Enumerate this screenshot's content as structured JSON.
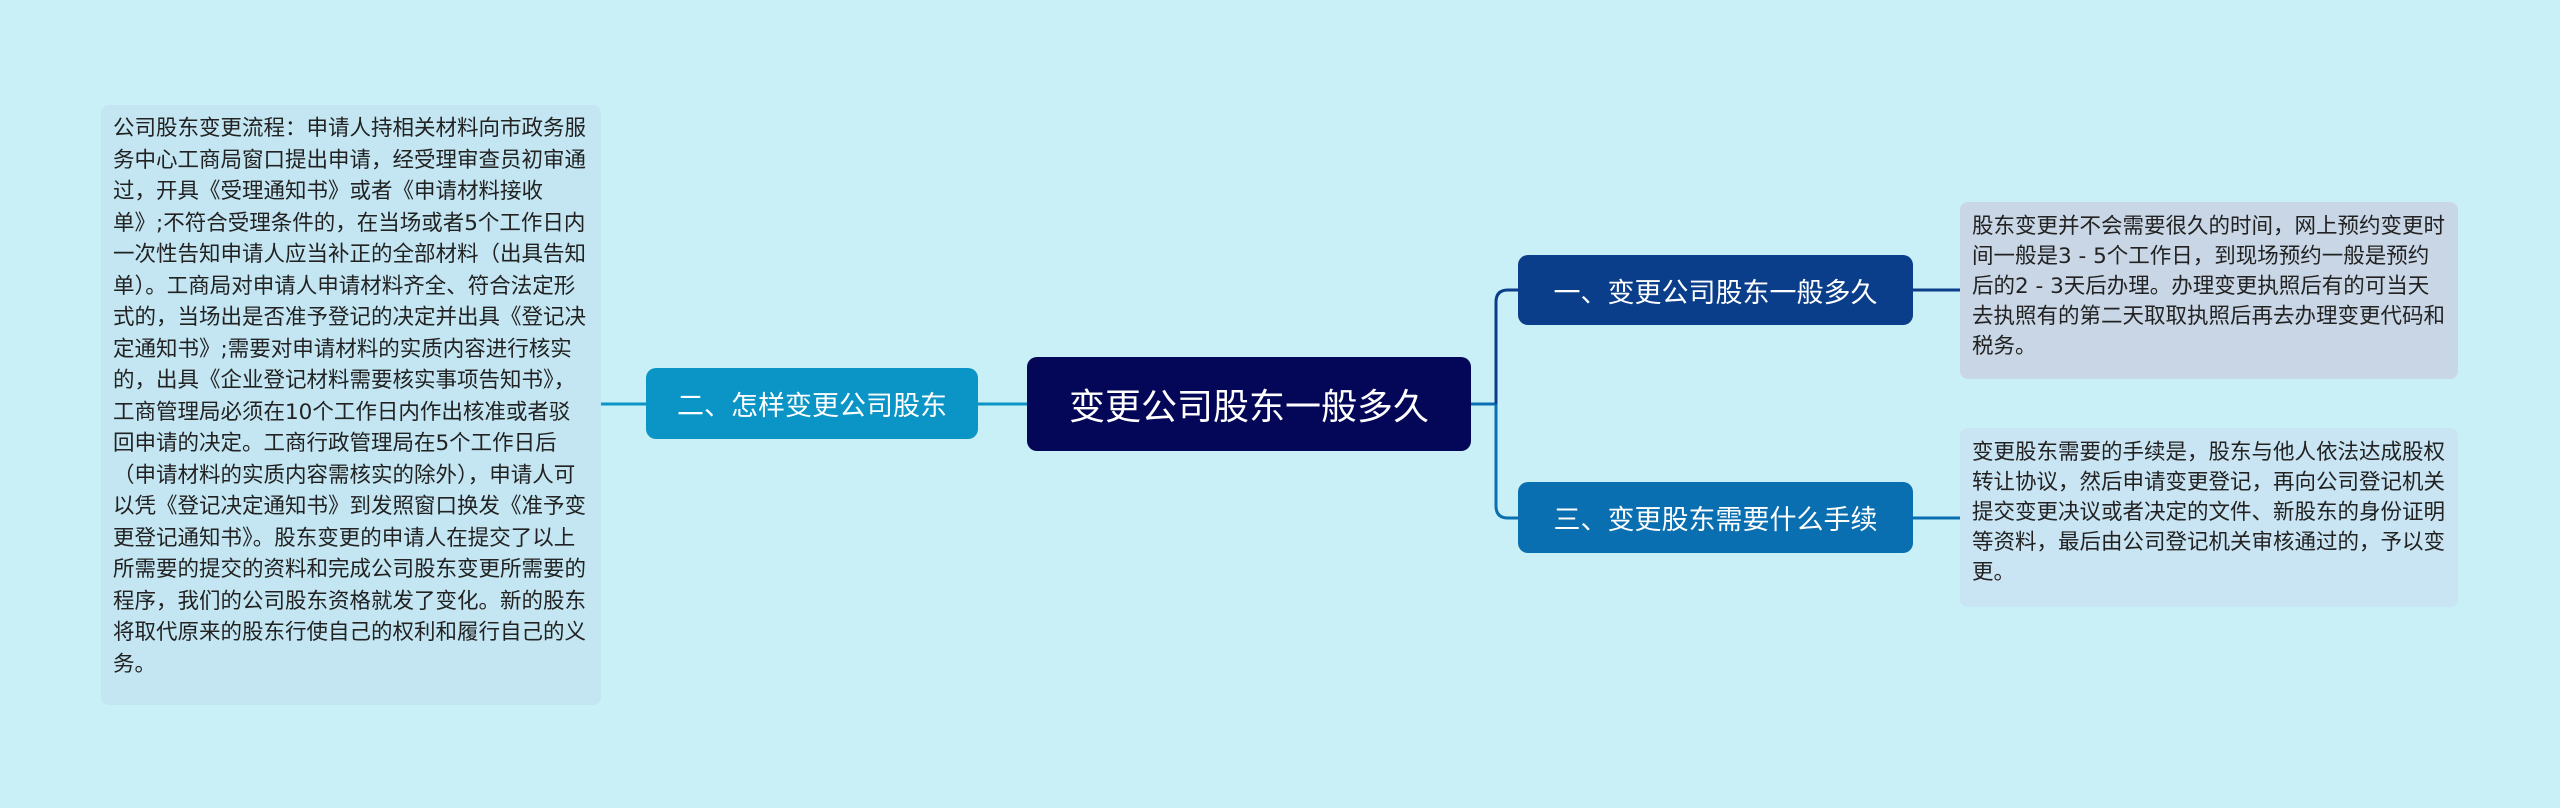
{
  "colors": {
    "background": "#c9eff7",
    "center": "#040657",
    "branch_1": "#0a3d8a",
    "branch_2": "#0a95c6",
    "branch_3": "#0a6fb0"
  },
  "center": {
    "label": "变更公司股东一般多久"
  },
  "branches": [
    {
      "label": "一、变更公司股东一般多久",
      "text": "股东变更并不会需要很久的时间，网上预约变更时间一般是3 - 5个工作日，到现场预约一般是预约后的2 - 3天后办理。办理变更执照后有的可当天去执照有的第二天取取执照后再去办理变更代码和税务。"
    },
    {
      "label": "二、怎样变更公司股东",
      "text": "公司股东变更流程：申请人持相关材料向市政务服务中心工商局窗口提出申请，经受理审查员初审通过，开具《受理通知书》或者《申请材料接收单》;不符合受理条件的，在当场或者5个工作日内一次性告知申请人应当补正的全部材料（出具告知单）。工商局对申请人申请材料齐全、符合法定形式的，当场出是否准予登记的决定并出具《登记决定通知书》;需要对申请材料的实质内容进行核实的，出具《企业登记材料需要核实事项告知书》，工商管理局必须在10个工作日内作出核准或者驳回申请的决定。工商行政管理局在5个工作日后（申请材料的实质内容需核实的除外），申请人可以凭《登记决定通知书》到发照窗口换发《准予变更登记通知书》。股东变更的申请人在提交了以上所需要的提交的资料和完成公司股东变更所需要的程序，我们的公司股东资格就发了变化。新的股东将取代原来的股东行使自己的权利和履行自己的义务。"
    },
    {
      "label": "三、变更股东需要什么手续",
      "text": "变更股东需要的手续是，股东与他人依法达成股权转让协议，然后申请变更登记，再向公司登记机关提交变更决议或者决定的文件、新股东的身份证明等资料，最后由公司登记机关审核通过的，予以变更。"
    }
  ]
}
